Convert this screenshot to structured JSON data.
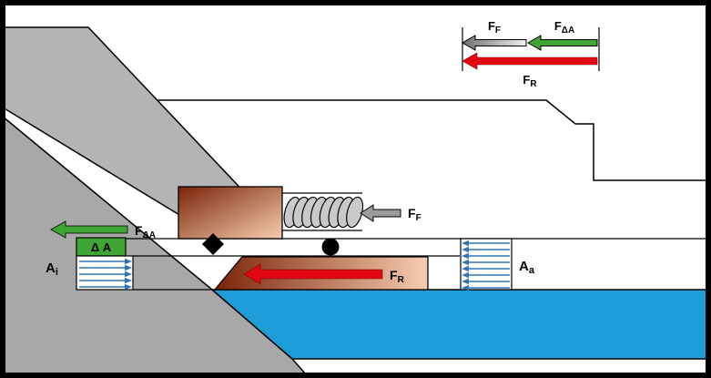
{
  "diagram_title": "mechanical-seal-force-balance",
  "colors": {
    "outline": "#000000",
    "fluid_blue": "#1e9cd7",
    "force_red": "#e30613",
    "force_green": "#3fa535",
    "force_gray": "#9c9c9c",
    "hatch_blue": "#2e75b6",
    "metal_gray_upper": "#b4b4b4",
    "metal_gray_lower": "#a8a8a8",
    "spring_gray": "#c9c9c9",
    "seal_dark": "#7a2408",
    "seal_light": "#f7cdb0",
    "legend_gray_dark": "#6f6f6f",
    "legend_gray_light": "#f0f0f0"
  },
  "legend": {
    "ff": {
      "main": "F",
      "sub": "F"
    },
    "fda": {
      "main": "F",
      "sub": "ΔA"
    },
    "fr": {
      "main": "F",
      "sub": "R"
    }
  },
  "forces": {
    "spring": {
      "main": "F",
      "sub": "F"
    },
    "hydraulic_delta": {
      "main": "F",
      "sub": "ΔA"
    },
    "resulting": {
      "main": "F",
      "sub": "R"
    }
  },
  "areas": {
    "inner": {
      "main": "A",
      "sub": "i"
    },
    "outer": {
      "main": "A",
      "sub": "a"
    },
    "delta": "Δ A"
  }
}
